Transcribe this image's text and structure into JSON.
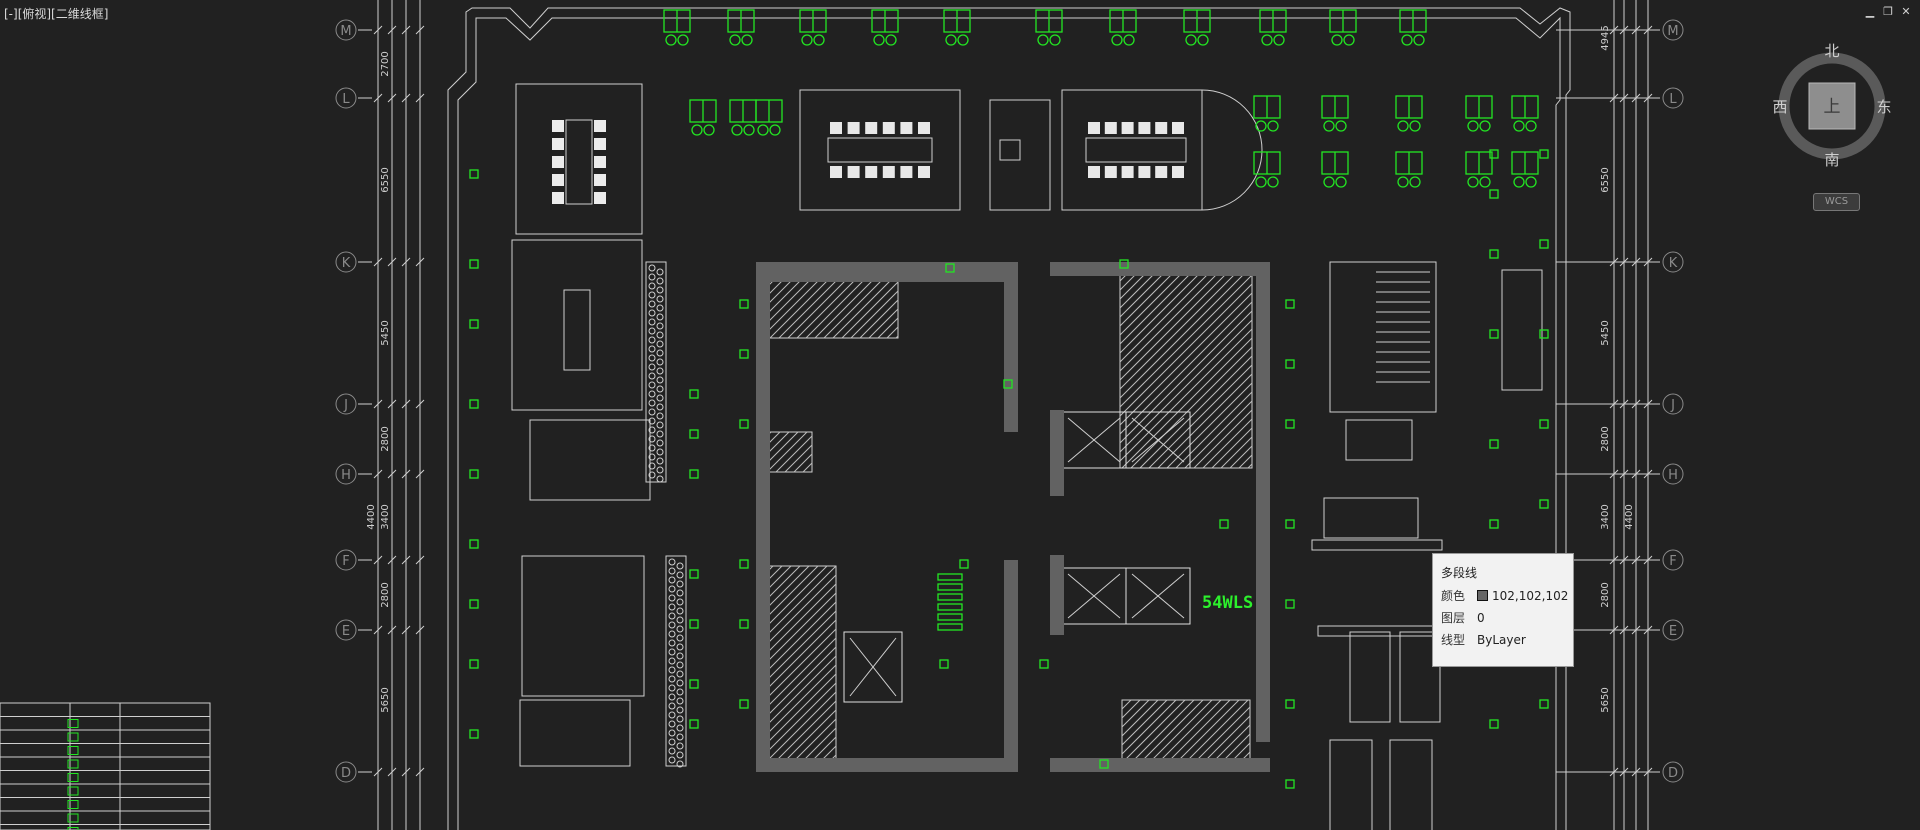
{
  "viewport": {
    "label": "[-][俯视][二维线框]"
  },
  "window_controls": {
    "minimize": "▁",
    "restore": "❐",
    "close": "✕"
  },
  "viewcube": {
    "north": "北",
    "south": "南",
    "east": "东",
    "west": "西",
    "face": "上"
  },
  "wcs": {
    "label": "WCS"
  },
  "tooltip": {
    "title": "多段线",
    "color_label": "颜色",
    "color_value": "102,102,102",
    "color_hex": "#666666",
    "layer_label": "图层",
    "layer_value": "0",
    "linetype_label": "线型",
    "linetype_value": "ByLayer"
  },
  "grid_axes": {
    "left": [
      "M",
      "L",
      "K",
      "J",
      "H",
      "F",
      "E",
      "D"
    ],
    "right": [
      "M",
      "L",
      "K",
      "J",
      "H",
      "F",
      "E",
      "D"
    ]
  },
  "dimensions_left_outer": [
    "4400"
  ],
  "dimensions_left_inner": [
    "2700",
    "6550",
    "5450",
    "2800",
    "3400",
    "2800",
    "5650"
  ],
  "dimensions_right_inner": [
    "4945",
    "6550",
    "5450",
    "2800",
    "3400",
    "2800",
    "5650"
  ],
  "dimensions_right_outer": [
    "4400"
  ],
  "room_tag": "54WLS",
  "colors": {
    "background": "#212121",
    "linework": "#d4d4d4",
    "accent": "#22e622",
    "wall": "#6a6a6a"
  }
}
